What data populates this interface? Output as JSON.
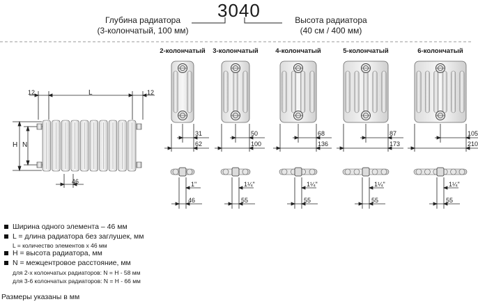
{
  "header": {
    "code": "3040",
    "depth_title": "Глубина радиатора",
    "depth_detail": "(3-колончатый, 100 мм)",
    "height_title": "Высота радиатора",
    "height_detail": "(40 см / 400 мм)"
  },
  "front_view": {
    "left_cap": "12",
    "length": "L",
    "right_cap": "12",
    "height": "H",
    "center": "N",
    "element_width": "46"
  },
  "columns": [
    {
      "label": "2-колончатый",
      "a": "31",
      "b": "62",
      "pipe": "1\"",
      "pipe_dim": "46"
    },
    {
      "label": "3-колончатый",
      "a": "50",
      "b": "100",
      "pipe": "1¼\"",
      "pipe_dim": "55"
    },
    {
      "label": "4-колончатый",
      "a": "68",
      "b": "136",
      "pipe": "1¼\"",
      "pipe_dim": "55"
    },
    {
      "label": "5-колончатый",
      "a": "87",
      "b": "173",
      "pipe": "1¼\"",
      "pipe_dim": "55"
    },
    {
      "label": "6-колончатый",
      "a": "105",
      "b": "210",
      "pipe": "1¼\"",
      "pipe_dim": "55"
    }
  ],
  "legend": {
    "line1": "Ширина одного элемента – 46 мм",
    "line2": "L = длина радиатора без заглушек, мм",
    "line2_sub": "L = количество элементов х 46 мм",
    "line3": "H = высота радиатора, мм",
    "line4": "N = межцентровое расстояние, мм",
    "line4_sub1": "для 2-х колончатых радиаторов: N = H - 58 мм",
    "line4_sub2": "для 3-6 колончатых радиаторов: N = H - 66 мм",
    "footer": "Размеры указаны в мм"
  }
}
